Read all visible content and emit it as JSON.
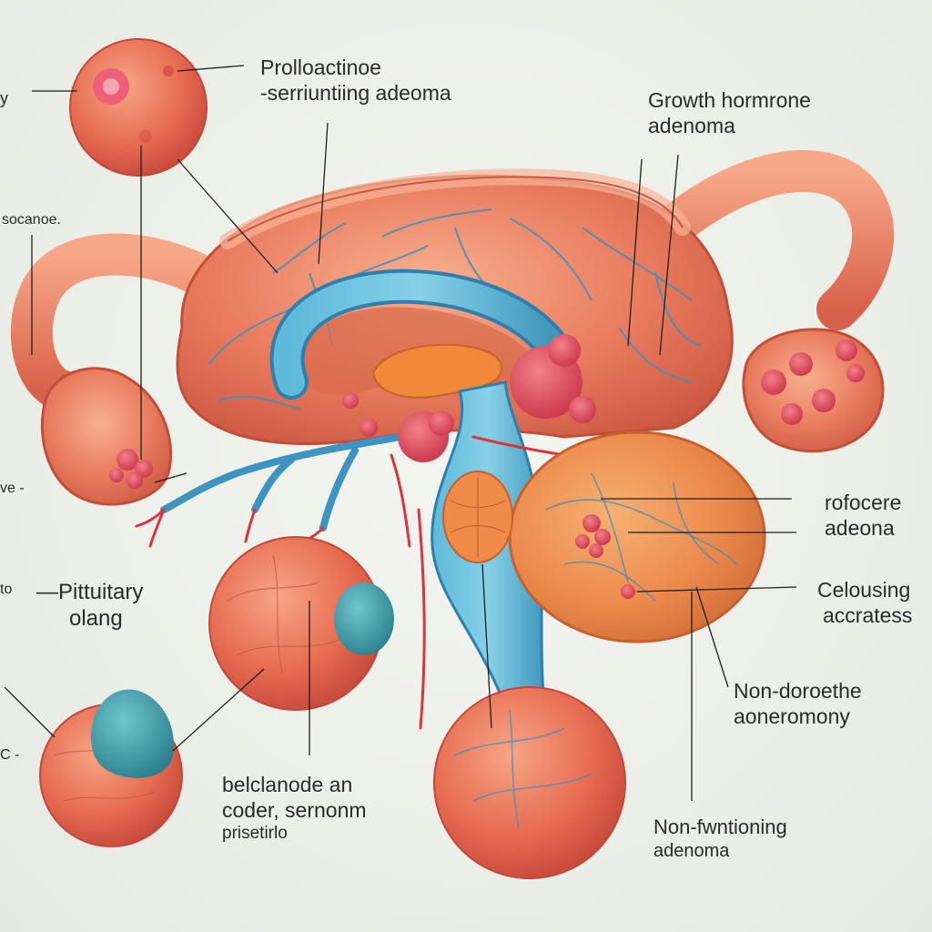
{
  "labels": {
    "prolactin": {
      "line1": "Prolloactinoe",
      "line2": "-serriuntiing adeoma"
    },
    "growth_hormone": {
      "line1": "Growth  hormrone",
      "line2": "adenoma"
    },
    "left_y": "y",
    "socanoe": "socanoe.",
    "left_ve": "ve -",
    "left_to": "to",
    "pituitary": {
      "line1": "—Pittuitary",
      "line2": "olang"
    },
    "left_c": "C -",
    "rofocere": {
      "line1": "rofocere",
      "line2": "adeona"
    },
    "celousing": {
      "line1": "Celousing",
      "line2": "accratess"
    },
    "non_doroethe": {
      "line1": "Non-doroethe",
      "line2": "aoneromony"
    },
    "belclanode": {
      "line1": "belclanode  an",
      "line2": "coder, sernonm",
      "line3": "prisetirlo"
    },
    "non_funtioning": {
      "line1": "Non-fwntioning",
      "line2": "adenoma"
    }
  },
  "colors": {
    "tissue": "#e8775e",
    "tissue_light": "#f3a487",
    "tissue_dark": "#c9533e",
    "vessel_blue": "#4aa6c9",
    "vessel_light": "#7cc8e3",
    "lobe_orange": "#ee8a4e",
    "tumor_red": "#e24a5c",
    "tumor_teal": "#3a9aa8",
    "artery_red": "#d8353d",
    "leader_line": "#1f1f1f"
  }
}
